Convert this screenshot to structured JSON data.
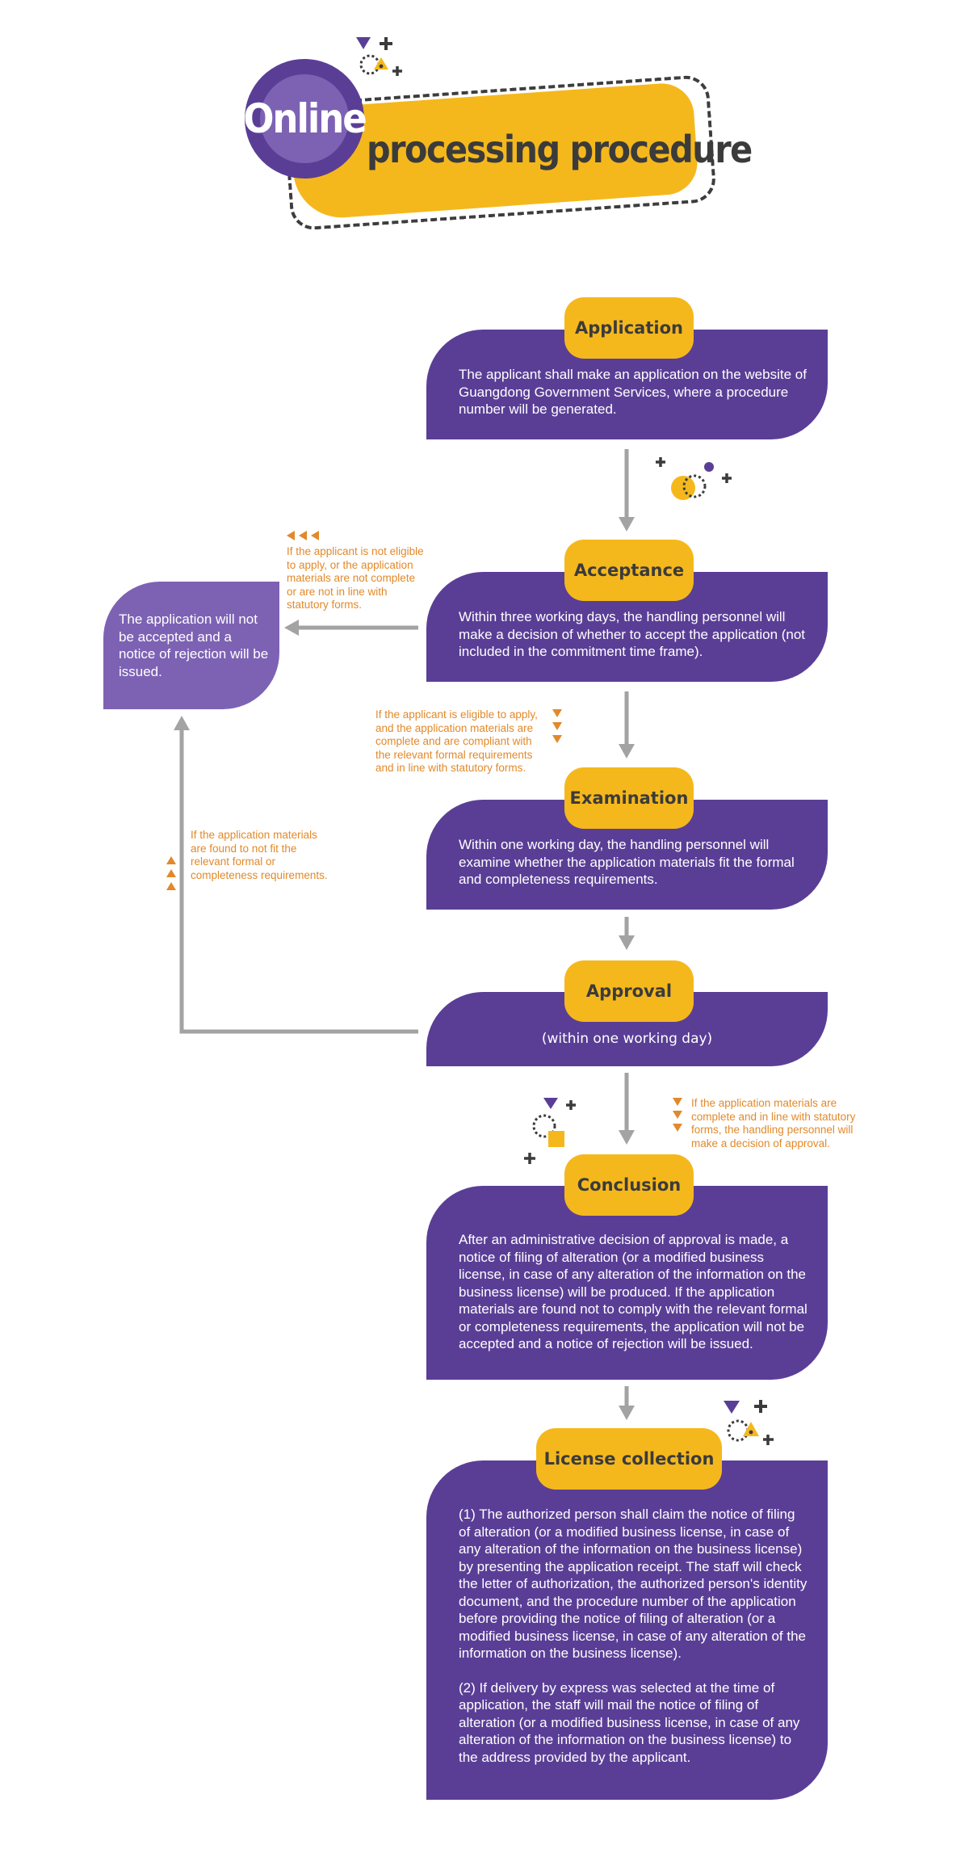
{
  "header": {
    "title_part1": "Online",
    "title_part2": "processing procedure"
  },
  "steps": [
    {
      "label": "Application",
      "text": "The applicant shall make an application on the website of Guangdong Government Services, where a procedure number will be generated."
    },
    {
      "label": "Acceptance",
      "text": "Within three working days, the handling personnel will make a decision of whether to accept the application (not included in the commitment time frame)."
    },
    {
      "label": "Examination",
      "text": "Within one working day, the handling personnel will examine whether the application materials fit the formal and completeness requirements."
    },
    {
      "label": "Approval",
      "text": "(within one working day)"
    },
    {
      "label": "Conclusion",
      "text": "After an administrative decision of approval is made, a notice of filing of alteration (or a modified business license, in case of any alteration of the information on the business license) will be produced. If the application materials are found not to comply with the relevant formal or completeness requirements, the application will not be accepted and a notice of rejection will be issued."
    },
    {
      "label": "License collection",
      "text_1": "(1) The authorized person shall claim the notice of filing of alteration (or a modified business license, in case of any alteration of the information on the business license) by presenting the application receipt. The staff will check the letter of authorization, the authorized person's identity document, and the procedure number of the application before providing the notice of filing of alteration (or a modified business license, in case of any alteration of the information on the business license).",
      "text_2": "(2) If delivery by express was selected at the time of application, the staff will mail the notice of filing of alteration (or a modified business license, in case of any alteration of the information on the business license) to the address provided by the applicant."
    }
  ],
  "rejection_box": {
    "text": "The application will not be accepted and a notice of rejection will be issued."
  },
  "notes": {
    "not_eligible": "If the applicant is not eligible to apply, or the application materials are not complete or are not in line with statutory forms.",
    "eligible": "If the applicant is eligible to apply, and the application materials are complete and are compliant with the relevant formal requirements and in line with statutory forms.",
    "not_fit": "If the application materials are found to not fit the relevant formal or completeness requirements.",
    "approved": "If the application materials are complete and in line with statutory forms, the handling personnel will make a decision of approval."
  },
  "colors": {
    "purple": "#5a3e96",
    "light_purple": "#7d62b4",
    "yellow": "#f5b81c",
    "orange_text": "#e2892a",
    "arrow_gray": "#a3a3a3",
    "dark": "#3b3b3b"
  }
}
